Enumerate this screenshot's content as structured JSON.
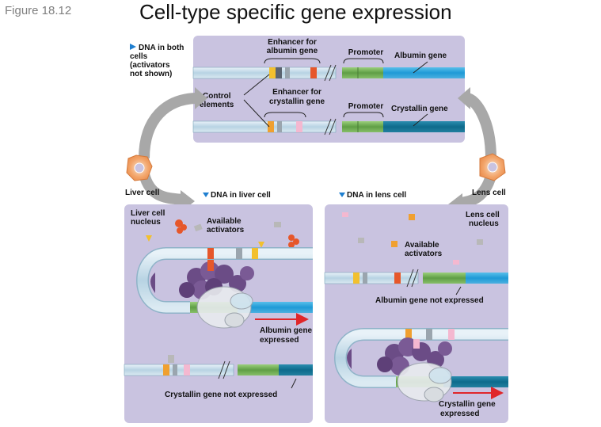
{
  "figure_label": "Figure 18.12",
  "title": "Cell-type specific gene expression",
  "top_panel": {
    "dna_both_cells": [
      "DNA in both",
      "cells",
      "(activators",
      "not shown)"
    ],
    "enhancer_albumin": [
      "Enhancer for",
      "albumin gene"
    ],
    "promoter_top": "Promoter",
    "albumin_gene": "Albumin gene",
    "control_elements": [
      "Control",
      "elements"
    ],
    "enhancer_crystallin": [
      "Enhancer for",
      "crystallin gene"
    ],
    "promoter_bottom": "Promoter",
    "crystallin_gene": "Crystallin gene"
  },
  "liver_cell_label": "Liver cell",
  "lens_cell_label": "Lens cell",
  "liver_panel": {
    "heading": "DNA in liver cell",
    "nucleus": [
      "Liver cell",
      "nucleus"
    ],
    "activators": [
      "Available",
      "activators"
    ],
    "expressed": [
      "Albumin gene",
      "expressed"
    ],
    "not_expressed": "Crystallin gene not expressed"
  },
  "lens_panel": {
    "heading": "DNA in lens cell",
    "nucleus": [
      "Lens cell",
      "nucleus"
    ],
    "activators": [
      "Available",
      "activators"
    ],
    "not_expressed": "Albumin gene not expressed",
    "expressed": [
      "Crystallin gene",
      "expressed"
    ]
  },
  "colors": {
    "panel_bg": "#c9c3e0",
    "dna_light": "#cfe3ee",
    "albumin_gene": "#1f9ad6",
    "crystallin_gene": "#0e6b8c",
    "promoter": "#6fae52",
    "arrow_gray": "#a8a8a8",
    "polymerase": "#6b4c86",
    "red_arrow": "#e0262a"
  }
}
